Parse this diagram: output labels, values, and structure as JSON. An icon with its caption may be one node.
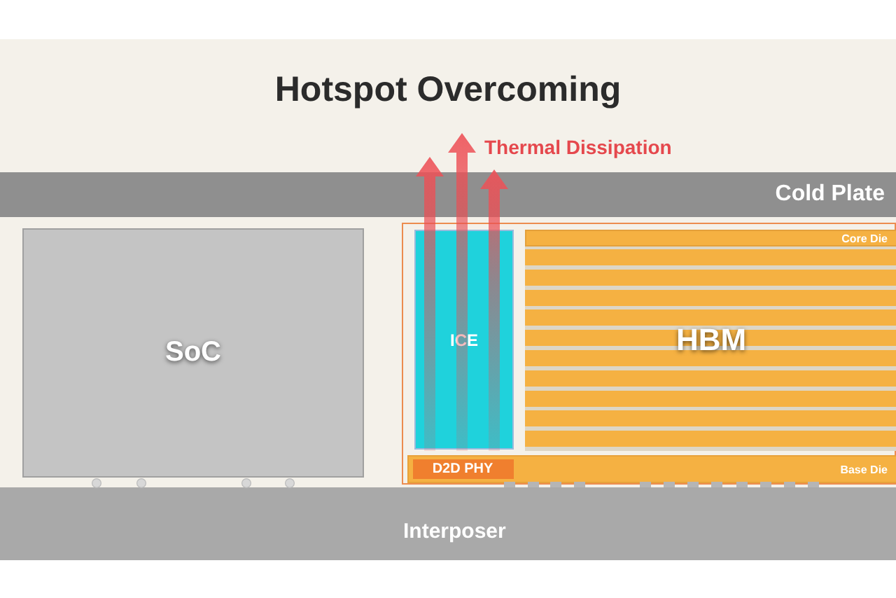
{
  "diagram": {
    "title": "Hotspot Overcoming",
    "nodes": [
      {
        "text": [
          "Cold Plate"
        ]
      },
      {
        "text": [
          "SoC"
        ]
      },
      {
        "text": [],
        "shape": "box"
      },
      {
        "text": [
          "ICE"
        ],
        "in": 2
      },
      {
        "text": [
          "HBM"
        ],
        "in": 2
      },
      {
        "text": [
          "Core Die"
        ],
        "in": 4
      },
      {
        "text": [
          "Base Die"
        ],
        "in": 2
      },
      {
        "text": [
          "D2D PHY"
        ],
        "in": 6
      },
      {
        "text": [
          "Interposer"
        ]
      }
    ],
    "edges": [],
    "labels": [
      "Thermal Dissipation"
    ]
  }
}
